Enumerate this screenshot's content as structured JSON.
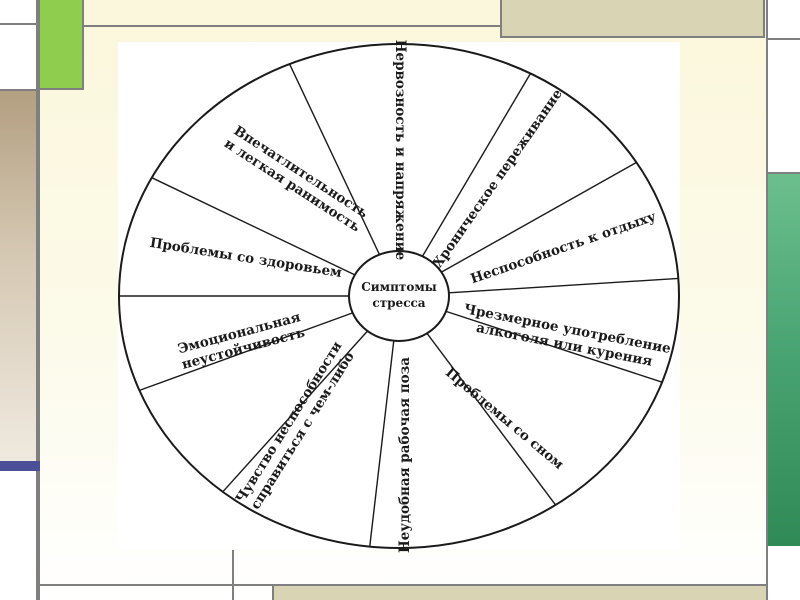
{
  "diagram": {
    "center_label": [
      "Симптомы",
      "стресса"
    ],
    "segments": [
      {
        "id": "nervousness",
        "lines": [
          "Нервозность и напряжение"
        ]
      },
      {
        "id": "chronic-worry",
        "lines": [
          "Хроническое переживание"
        ]
      },
      {
        "id": "inability-to-rest",
        "lines": [
          "Неспособность к отдыху"
        ]
      },
      {
        "id": "alcohol-smoking",
        "lines": [
          "Чрезмерное употребление",
          "алкоголя или курения"
        ]
      },
      {
        "id": "sleep-problems",
        "lines": [
          "Проблемы со сном"
        ]
      },
      {
        "id": "work-posture",
        "lines": [
          "Неудобная рабочая поза"
        ]
      },
      {
        "id": "inability-to-cope",
        "lines": [
          "Чувство неспособности",
          "справиться с чем-либо"
        ]
      },
      {
        "id": "emotional-instability",
        "lines": [
          "Эмоциональная",
          "неустойчивость"
        ]
      },
      {
        "id": "health-problems",
        "lines": [
          "Проблемы со здоровьем"
        ]
      },
      {
        "id": "impressionability",
        "lines": [
          "Впечатлительность",
          "и легкая ранимость"
        ]
      }
    ]
  },
  "theme": {
    "accent_green": "#8fcd4e",
    "accent_tan": "#b39f81",
    "accent_khaki": "#d8d4b4",
    "accent_teal": "#3e9565",
    "accent_navy": "#4b4f98",
    "frame_gray": "#7f7f7f",
    "ink": "#1a1a1a"
  }
}
